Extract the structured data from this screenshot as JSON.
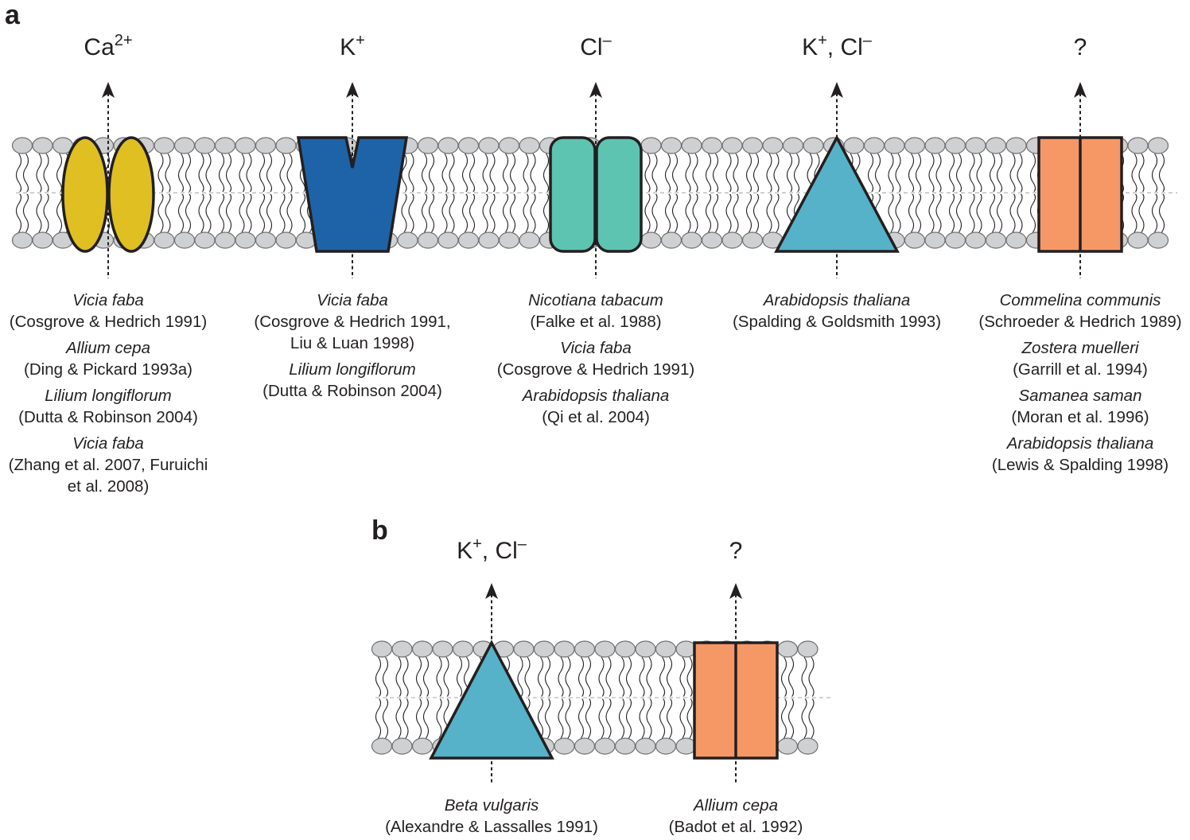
{
  "panel_a": {
    "label": "a",
    "channels": [
      {
        "shape": "twin-ellipse",
        "color": "#dfbf22",
        "ion": {
          "base": "Ca",
          "sup": "2+",
          "after": ""
        },
        "references": [
          {
            "species": "Vicia faba",
            "citation": [
              "(Cosgrove & Hedrich 1991)"
            ]
          },
          {
            "species": "Allium cepa",
            "citation": [
              "(Ding & Pickard 1993a)"
            ]
          },
          {
            "species": "Lilium longiflorum",
            "citation": [
              "(Dutta & Robinson 2004)"
            ]
          },
          {
            "species": "Vicia faba",
            "citation": [
              "(Zhang et al. 2007, Furuichi",
              "et al. 2008)"
            ]
          }
        ]
      },
      {
        "shape": "notched-trapezoid",
        "color": "#1e63a8",
        "ion": {
          "base": "K",
          "sup": "+",
          "after": ""
        },
        "references": [
          {
            "species": "Vicia faba",
            "citation": [
              "(Cosgrove & Hedrich 1991,",
              "Liu & Luan 1998)"
            ]
          },
          {
            "species": "Lilium longiflorum",
            "citation": [
              "(Dutta & Robinson 2004)"
            ]
          }
        ]
      },
      {
        "shape": "twin-rounded-rect",
        "color": "#5cc4b0",
        "ion": {
          "base": "Cl",
          "sup": "–",
          "after": ""
        },
        "references": [
          {
            "species": "Nicotiana tabacum",
            "citation": [
              "(Falke et al. 1988)"
            ]
          },
          {
            "species": "Vicia faba",
            "citation": [
              "(Cosgrove & Hedrich 1991)"
            ]
          },
          {
            "species": "Arabidopsis thaliana",
            "citation": [
              "(Qi et al. 2004)"
            ]
          }
        ]
      },
      {
        "shape": "triangle",
        "color": "#55b2c8",
        "ion": {
          "base": "K",
          "sup": "+",
          "after": ", Cl",
          "sup2": "–"
        },
        "references": [
          {
            "species": "Arabidopsis thaliana",
            "citation": [
              "(Spalding & Goldsmith 1993)"
            ]
          }
        ]
      },
      {
        "shape": "split-rect",
        "color": "#f59866",
        "ion": {
          "base": "?",
          "sup": "",
          "after": ""
        },
        "references": [
          {
            "species": "Commelina communis",
            "citation": [
              "(Schroeder & Hedrich 1989)"
            ]
          },
          {
            "species": "Zostera muelleri",
            "citation": [
              "(Garrill et al. 1994)"
            ]
          },
          {
            "species": "Samanea saman",
            "citation": [
              "(Moran et al. 1996)"
            ]
          },
          {
            "species": "Arabidopsis thaliana",
            "citation": [
              "(Lewis & Spalding 1998)"
            ]
          }
        ]
      }
    ]
  },
  "panel_b": {
    "label": "b",
    "channels": [
      {
        "shape": "triangle",
        "color": "#55b2c8",
        "ion": {
          "base": "K",
          "sup": "+",
          "after": ", Cl",
          "sup2": "–"
        },
        "references": [
          {
            "species": "Beta vulgaris",
            "citation": [
              "(Alexandre & Lassalles 1991)"
            ]
          }
        ]
      },
      {
        "shape": "split-rect",
        "color": "#f59866",
        "ion": {
          "base": "?",
          "sup": "",
          "after": ""
        },
        "references": [
          {
            "species": "Allium cepa",
            "citation": [
              "(Badot et al. 1992)"
            ]
          }
        ]
      }
    ]
  },
  "colors": {
    "lipid_head_fill": "#cfd0d1",
    "lipid_head_stroke": "#6d6e71",
    "outline": "#231f20"
  }
}
